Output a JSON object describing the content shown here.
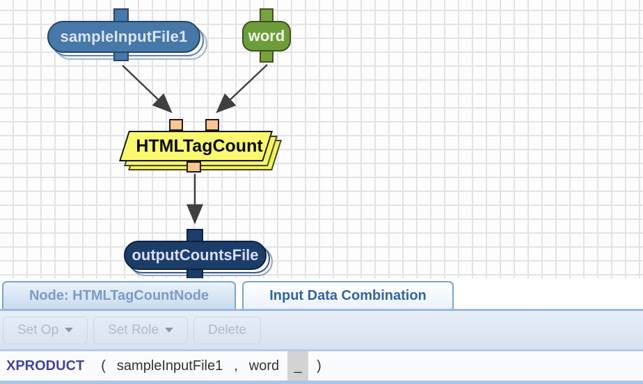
{
  "canvas": {
    "nodes": {
      "input_file": {
        "label": "sampleInputFile1",
        "type": "input-file",
        "color": "#4678a8"
      },
      "word_param": {
        "label": "word",
        "type": "parameter",
        "color": "#6d9d3b"
      },
      "actor": {
        "label": "HTMLTagCount",
        "type": "actor",
        "color": "#f9f86f"
      },
      "output_file": {
        "label": "outputCountsFile",
        "type": "output-file",
        "color": "#1c3d68"
      }
    },
    "edges": [
      {
        "from": "sampleInputFile1",
        "to": "HTMLTagCount",
        "to_port": "input-1"
      },
      {
        "from": "word",
        "to": "HTMLTagCount",
        "to_port": "input-2"
      },
      {
        "from": "HTMLTagCount",
        "from_port": "output",
        "to": "outputCountsFile"
      }
    ]
  },
  "panel": {
    "tabs": [
      {
        "label": "Node: HTMLTagCountNode",
        "active": false
      },
      {
        "label": "Input Data Combination",
        "active": true
      }
    ],
    "toolbar": {
      "set_op_label": "Set Op",
      "set_role_label": "Set Role",
      "delete_label": "Delete",
      "enabled": false
    },
    "expression": {
      "operator": "XPRODUCT",
      "lparen": "(",
      "operand1": "sampleInputFile1",
      "comma": ",",
      "operand2": "word",
      "slot": "_",
      "rparen": ")"
    }
  },
  "colors": {
    "port": "#fbc592",
    "arrow": "#3f3f3f",
    "active_tab_text": "#33669c",
    "inactive_tab_text": "#7b9cc3",
    "operator_text": "#44449e",
    "panel_accent": "#9cb9dc"
  }
}
